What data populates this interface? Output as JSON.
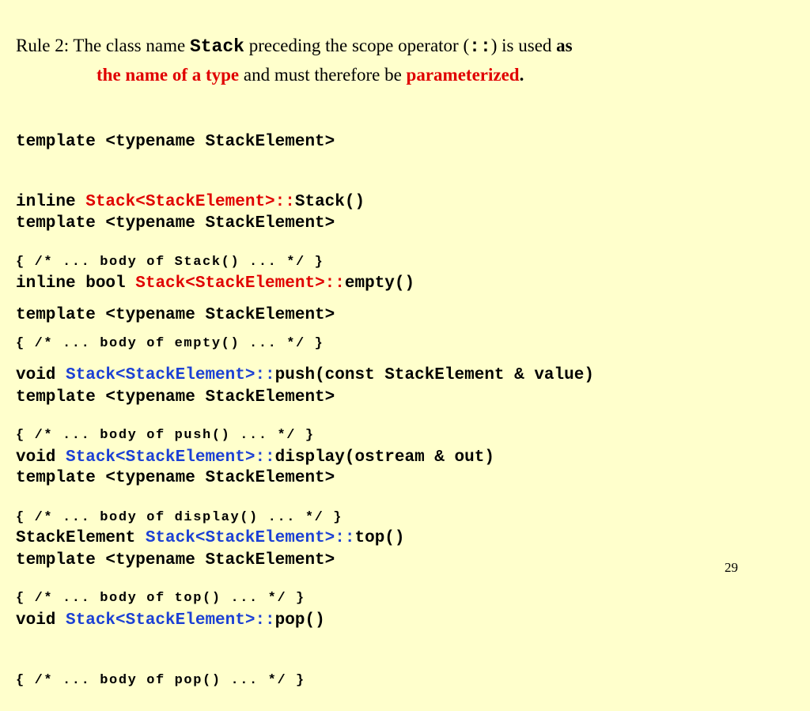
{
  "rule": {
    "part1": "Rule 2: The class name ",
    "class_name": "Stack",
    "part2": " preceding the scope operator (",
    "scope_op": "::",
    "part3": ") is used ",
    "as": "as",
    "emph1": "the name of a type",
    "part4": " and must therefore be ",
    "emph2": "parameterized",
    "end": "."
  },
  "blocks": [
    {
      "template": "template <typename StackElement>",
      "prefix": "inline ",
      "qualifier": "Stack<StackElement>::",
      "member": "Stack()",
      "body": "{ /* ... body of Stack() ... */ }"
    },
    {
      "template": "template <typename StackElement>",
      "prefix": "inline bool ",
      "qualifier": "Stack<StackElement>::",
      "member": "empty()",
      "body": "{ /* ... body of empty() ... */ }"
    },
    {
      "template": "template <typename StackElement>",
      "prefix": "void ",
      "qualifier": "Stack<StackElement>::",
      "member": "push(const StackElement & value)",
      "body": "{ /* ... body of push() ... */ }"
    },
    {
      "template": "template <typename StackElement>",
      "prefix": "void ",
      "qualifier": "Stack<StackElement>::",
      "member": "display(ostream & out)",
      "body": "{ /* ... body of display() ... */ }"
    },
    {
      "template": "template <typename StackElement>",
      "prefix": "StackElement ",
      "qualifier": "Stack<StackElement>::",
      "member": "top()",
      "body": "{ /* ... body of top() ... */ }"
    },
    {
      "template": "template <typename StackElement>",
      "prefix": "void ",
      "qualifier": "Stack<StackElement>::",
      "member": "pop()",
      "body": "{ /* ... body of pop() ... */ }"
    }
  ],
  "page_number": "29",
  "colors": {
    "background": "#ffffcc",
    "emphasis_red": "#e00000",
    "qualifier_blue": "#1c40d4"
  }
}
